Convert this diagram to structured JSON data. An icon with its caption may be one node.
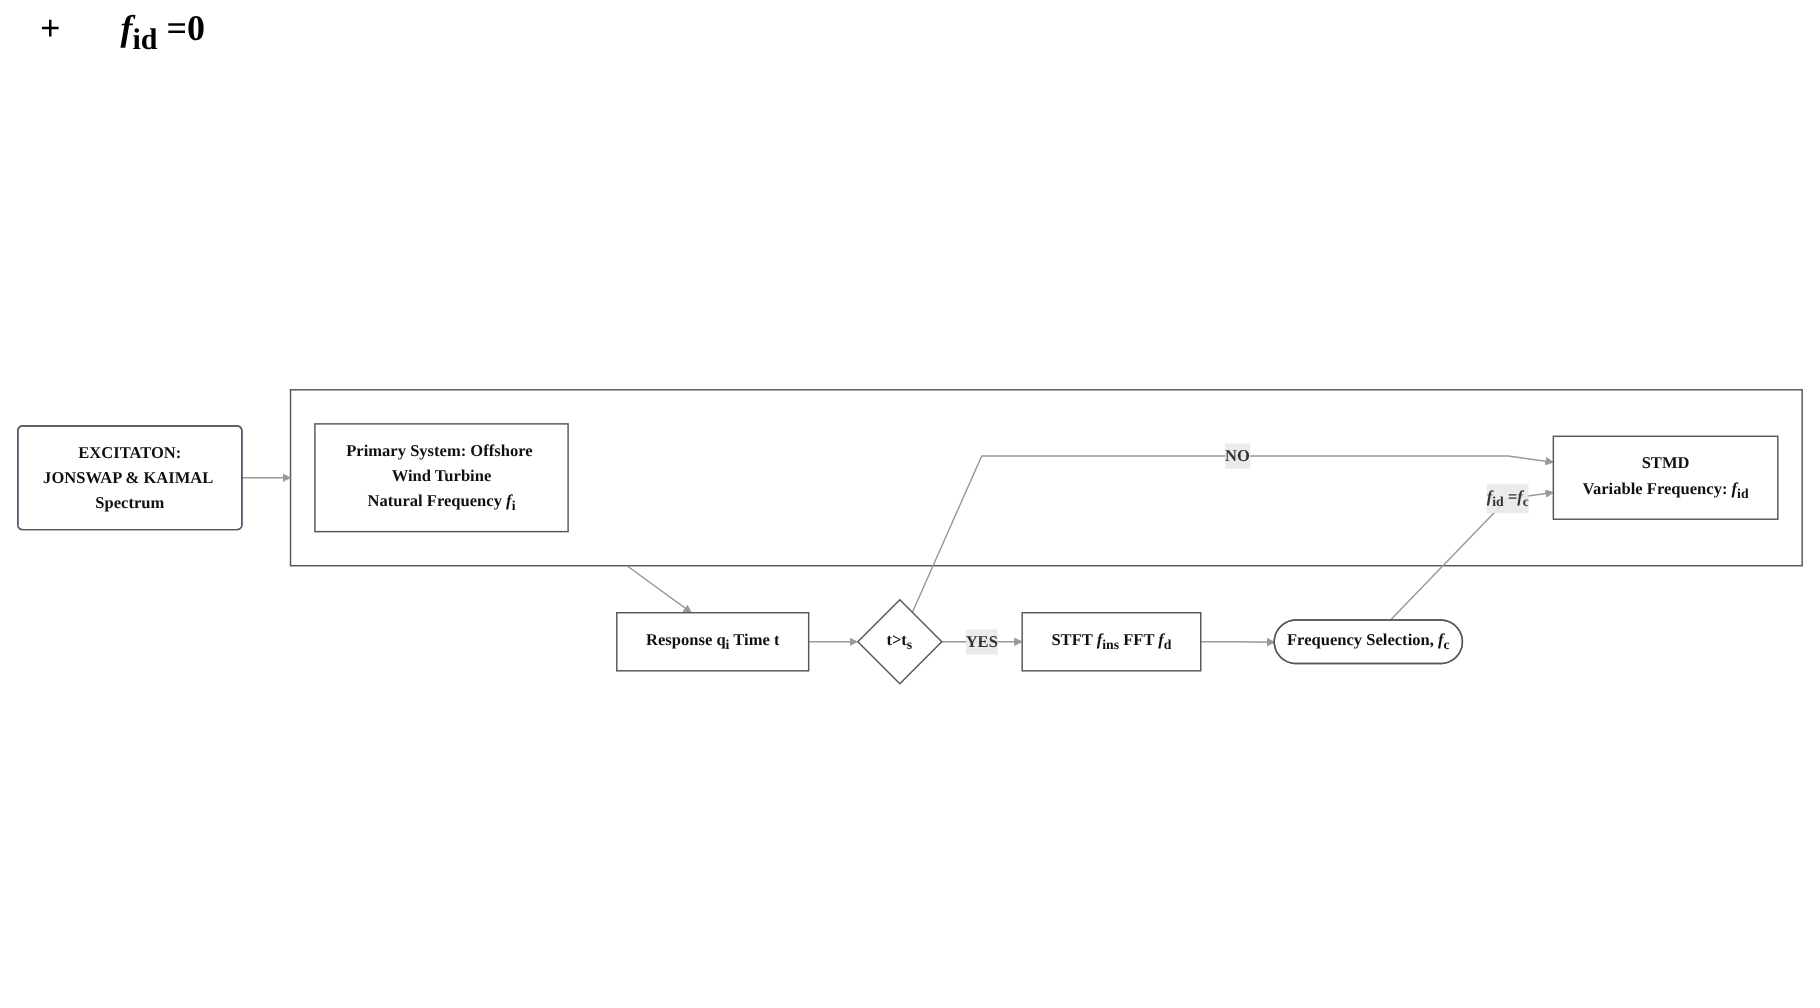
{
  "diagram": {
    "nodes": [
      {
        "text": [
          "EXCITATON:",
          "JONSWAP & KAIMAL Spectrum"
        ]
      },
      {
        "text": [],
        "shape": "box"
      },
      {
        "text": [
          "Primary System: Offshore Wind Turbine",
          "Natural Frequency *f*$_{i}$"
        ],
        "in": 1
      },
      {
        "text": [
          "STMD",
          "Variable Frequency: *f*$_{id}$"
        ],
        "in": 1
      },
      {
        "text": [
          "Response q$_{i}$ Time t"
        ]
      },
      {
        "text": [
          "t>t$_{s}$"
        ]
      },
      {
        "text": [
          "STFT *f*$_{ins}$ FFT *f*$_{d}$"
        ]
      },
      {
        "text": [
          "Frequency Selection, *f*$_{c}$"
        ]
      }
    ],
    "edges": [
      {
        "from": 0,
        "to": 1,
        "arrow": "to"
      },
      {
        "from": 1,
        "to": 4,
        "arrow": "to"
      },
      {
        "from": 4,
        "to": 5,
        "arrow": "to"
      },
      {
        "from": 5,
        "to": 3,
        "arrow": "to",
        "label": "NO"
      },
      {
        "from": 5,
        "to": 6,
        "arrow": "to",
        "label": "YES"
      },
      {
        "from": 6,
        "to": 7,
        "arrow": "to"
      },
      {
        "from": 7,
        "to": 3,
        "arrow": "to",
        "label": "*f*$_{id}$ =*f*$_{c}$"
      }
    ],
    "labels": [
      "+",
      "*f*$_{id}$ =0"
    ]
  }
}
